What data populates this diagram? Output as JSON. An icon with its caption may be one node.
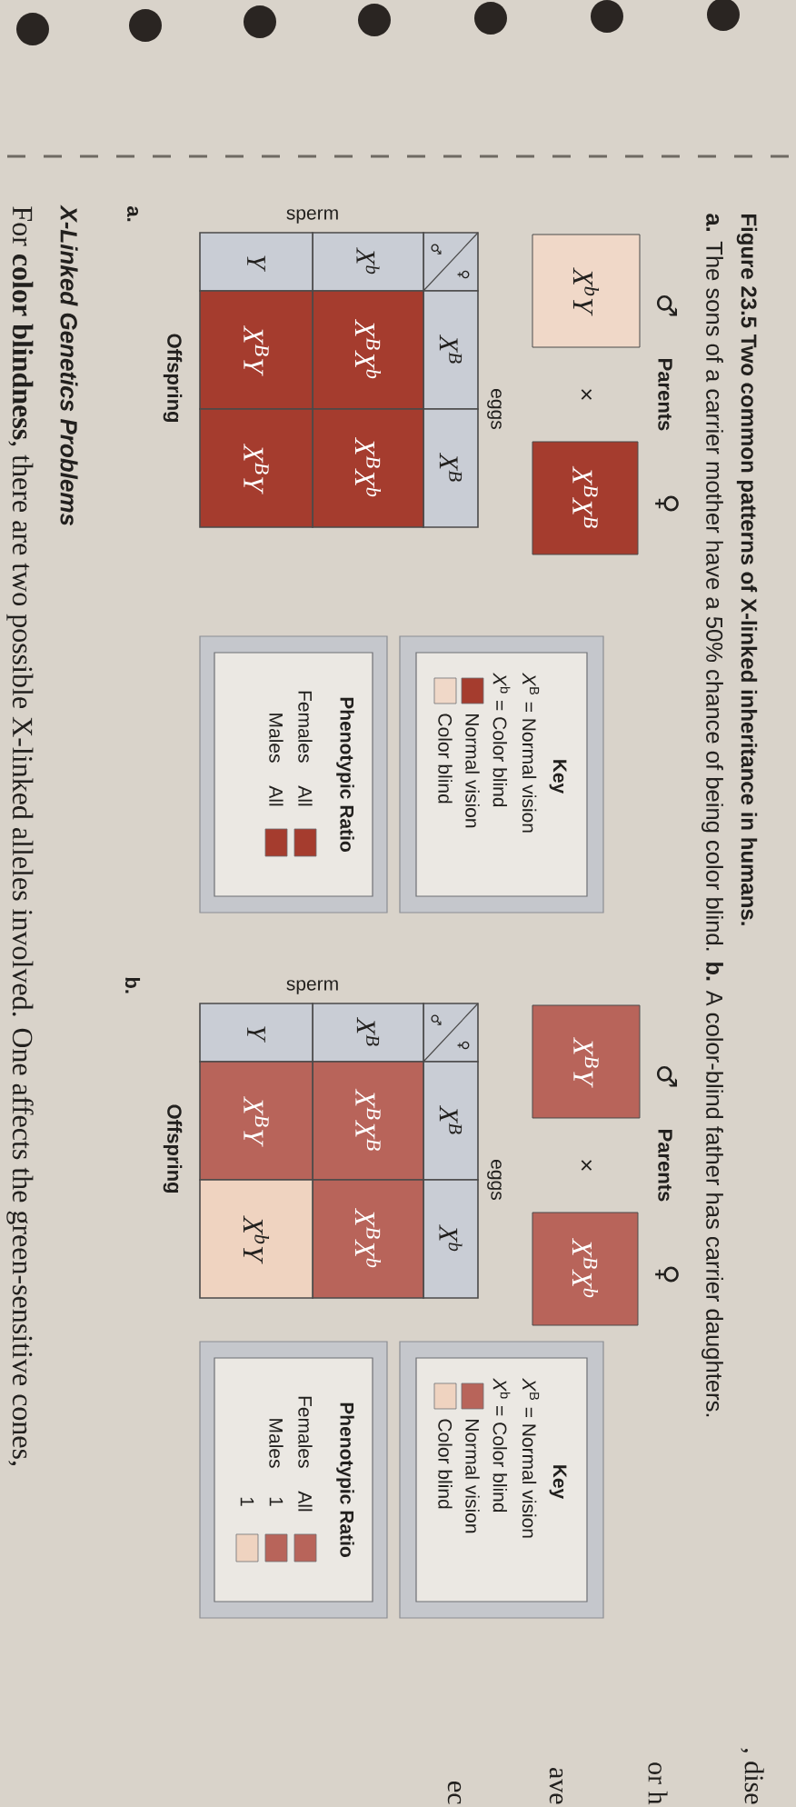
{
  "diagram": {
    "title": "Figure 23.5 Two common patterns of X-linked inheritance in humans.",
    "caption": "**a.** The sons of a carrier mother have a 50% chance of being color blind. **b.** A color-blind father has carrier daughters.",
    "nodes": [
      {
        "text": [
          "X$^{b}$Y"
        ],
        "beside": [
          "♂"
        ]
      },
      {
        "text": [
          "X$^{B}$X$^{B}$"
        ],
        "beside": [
          "♀"
        ]
      },
      {
        "text": [
          "♀",
          "♂"
        ]
      },
      {
        "text": [
          "X$^{B}$"
        ]
      },
      {
        "text": [
          "X$^{B}$"
        ]
      },
      {
        "text": [
          "X$^{b}$"
        ]
      },
      {
        "text": [
          "X$^{B}$X$^{b}$"
        ]
      },
      {
        "text": [
          "X$^{B}$X$^{b}$"
        ]
      },
      {
        "text": [
          "Y"
        ]
      },
      {
        "text": [
          "X$^{B}$Y"
        ]
      },
      {
        "text": [
          "X$^{B}$Y"
        ]
      },
      {
        "text": [
          "Key",
          "*X*$^{B}$ = Normal vision",
          "*X*$^{b}$ = Color blind"
        ]
      },
      {
        "text": [
          "Phenotypic Ratio",
          "Females",
          "All",
          "Males",
          "All"
        ]
      },
      {
        "text": [
          "X$^{B}$Y"
        ],
        "beside": [
          "♂"
        ]
      },
      {
        "text": [
          "X$^{B}$X$^{b}$"
        ],
        "beside": [
          "♀"
        ]
      },
      {
        "text": [
          "♀",
          "♂"
        ]
      },
      {
        "text": [
          "X$^{B}$"
        ]
      },
      {
        "text": [
          "X$^{b}$"
        ]
      },
      {
        "text": [
          "X$^{B}$"
        ]
      },
      {
        "text": [
          "X$^{B}$X$^{B}$"
        ]
      },
      {
        "text": [
          "X$^{B}$X$^{b}$"
        ]
      },
      {
        "text": [
          "Y"
        ]
      },
      {
        "text": [
          "X$^{B}$Y"
        ]
      },
      {
        "text": [
          "X$^{b}$Y"
        ]
      },
      {
        "text": [
          "Key",
          "*X*$^{B}$ = Normal vision",
          "*X*$^{b}$ = Color blind"
        ]
      },
      {
        "text": [
          "Phenotypic Ratio",
          "Females",
          "All",
          "Males",
          "1",
          "1"
        ]
      }
    ],
    "labels": [
      "Parents",
      "×",
      "eggs",
      "sperm",
      "Offspring",
      "a.",
      "Parents",
      "×",
      "eggs",
      "sperm",
      "Offspring",
      "b.",
      "X-Linked Genetics Problems",
      "For **color blindness**, there are two possible X-linked alleles involved. One affects the green-sensitive cones,",
      ", dise",
      "or h",
      "ave",
      "ec"
    ],
    "legend": [
      {
        "text": "Normal vision",
        "color": "#a53c2e"
      },
      {
        "text": "Color blind",
        "color": "#f0d8c8"
      },
      {
        "text": "Normal vision",
        "color": "#b8645a"
      },
      {
        "text": "Color blind",
        "color": "#efd3c0"
      }
    ]
  }
}
